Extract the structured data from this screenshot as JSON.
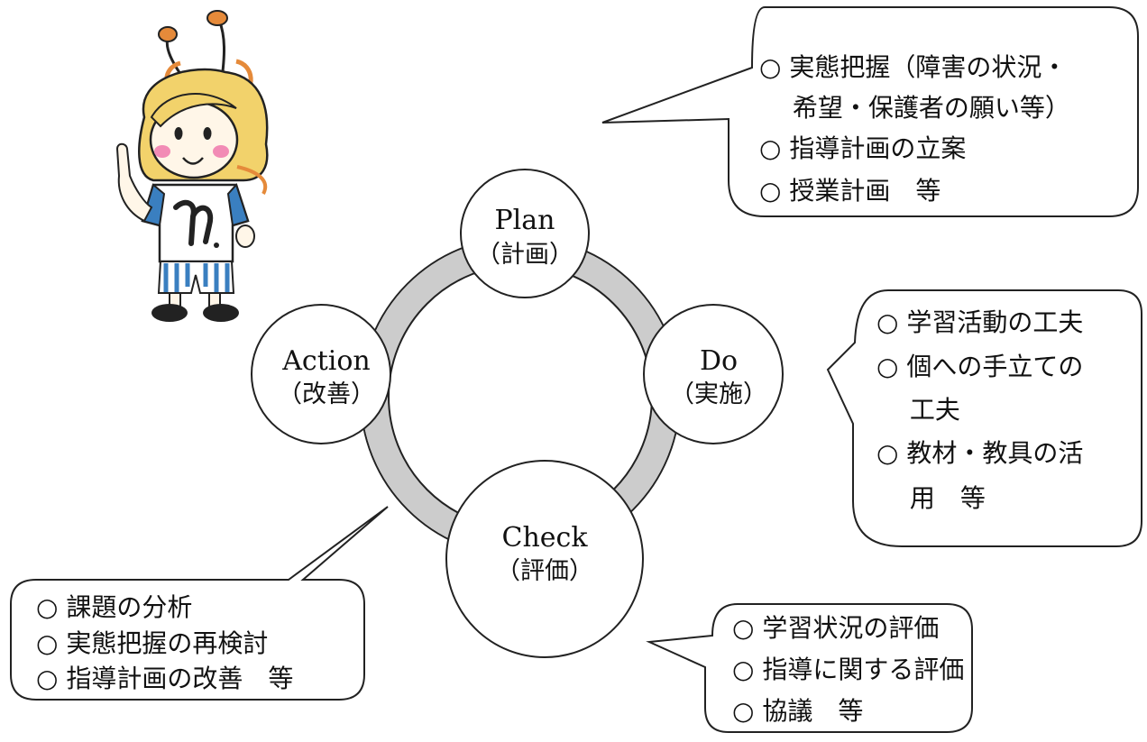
{
  "cycle": {
    "ring_color": "#cccccc",
    "nodes": {
      "plan": {
        "label": "Plan",
        "sub": "（計画）"
      },
      "do": {
        "label": "Do",
        "sub": "（実施）"
      },
      "check": {
        "label": "Check",
        "sub": "（評価）"
      },
      "action": {
        "label": "Action",
        "sub": "（改善）"
      }
    }
  },
  "bubbles": {
    "plan": {
      "lines": [
        "○ 実態把握（障害の状況・",
        "　 希望・保護者の願い等）",
        "○ 指導計画の立案",
        "○ 授業計画　等"
      ]
    },
    "do": {
      "lines": [
        "○ 学習活動の工夫",
        "○ 個への手立ての",
        "　 工夫",
        "○ 教材・教具の活",
        "　 用　等"
      ]
    },
    "check": {
      "lines": [
        "○ 学習状況の評価",
        "○ 指導に関する評価",
        "○ 協議　等"
      ]
    },
    "action": {
      "lines": [
        "○ 課題の分析",
        "○ 実態把握の再検討",
        "○ 指導計画の改善　等"
      ]
    }
  },
  "mascot": {
    "icon": "mascot-character-icon",
    "colors": {
      "hair": "#f2d26b",
      "antenna_tip": "#e58a3a",
      "cheek": "#f28bb5",
      "stripe": "#3a7fc0",
      "outline": "#222222"
    }
  }
}
